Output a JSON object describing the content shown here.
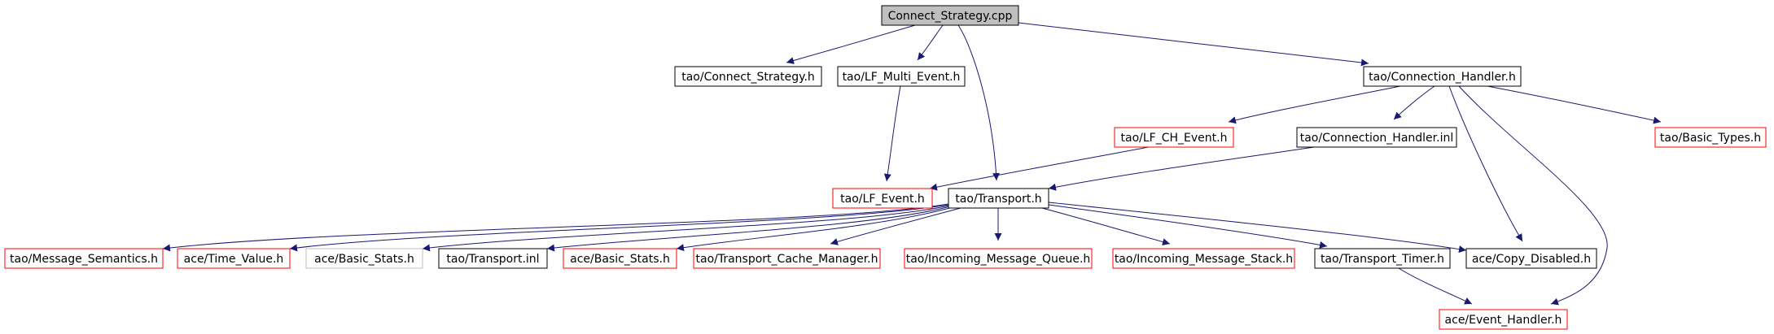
{
  "colors": {
    "edge": "#191970",
    "border_documented": "#000000",
    "border_undocumented": "#ff0000",
    "border_missing": "#bfbfbf",
    "root_fill": "#bfbfbf",
    "node_fill": "#ffffff"
  },
  "nodes": [
    {
      "id": "connect_strategy_cpp",
      "label": "Connect_Strategy.cpp",
      "kind": "root"
    },
    {
      "id": "tao_connect_strategy_h",
      "label": "tao/Connect_Strategy.h",
      "kind": "documented"
    },
    {
      "id": "tao_lf_multi_event_h",
      "label": "tao/LF_Multi_Event.h",
      "kind": "documented"
    },
    {
      "id": "tao_connection_handler_h",
      "label": "tao/Connection_Handler.h",
      "kind": "documented"
    },
    {
      "id": "tao_lf_ch_event_h",
      "label": "tao/LF_CH_Event.h",
      "kind": "undocumented"
    },
    {
      "id": "tao_connection_handler_inl",
      "label": "tao/Connection_Handler.inl",
      "kind": "documented"
    },
    {
      "id": "tao_basic_types_h",
      "label": "tao/Basic_Types.h",
      "kind": "undocumented"
    },
    {
      "id": "tao_lf_event_h",
      "label": "tao/LF_Event.h",
      "kind": "undocumented"
    },
    {
      "id": "tao_transport_h",
      "label": "tao/Transport.h",
      "kind": "documented"
    },
    {
      "id": "tao_message_semantics_h",
      "label": "tao/Message_Semantics.h",
      "kind": "undocumented"
    },
    {
      "id": "ace_time_value_h",
      "label": "ace/Time_Value.h",
      "kind": "undocumented"
    },
    {
      "id": "ace_basic_stats",
      "label": "ace/Basic_Stats.h",
      "kind": "missing"
    },
    {
      "id": "tao_transport_inl",
      "label": "tao/Transport.inl",
      "kind": "documented"
    },
    {
      "id": "ace_basic_stats_h",
      "label": "ace/Basic_Stats.h",
      "kind": "undocumented"
    },
    {
      "id": "tao_transport_cache_manager_h",
      "label": "tao/Transport_Cache_Manager.h",
      "kind": "undocumented"
    },
    {
      "id": "tao_incoming_message_queue_h",
      "label": "tao/Incoming_Message_Queue.h",
      "kind": "undocumented"
    },
    {
      "id": "tao_incoming_message_stack_h",
      "label": "tao/Incoming_Message_Stack.h",
      "kind": "undocumented"
    },
    {
      "id": "tao_transport_timer_h",
      "label": "tao/Transport_Timer.h",
      "kind": "documented"
    },
    {
      "id": "ace_copy_disabled_h",
      "label": "ace/Copy_Disabled.h",
      "kind": "documented"
    },
    {
      "id": "ace_event_handler_h",
      "label": "ace/Event_Handler.h",
      "kind": "undocumented"
    }
  ],
  "edges": [
    {
      "from": "connect_strategy_cpp",
      "to": "tao_connect_strategy_h"
    },
    {
      "from": "connect_strategy_cpp",
      "to": "tao_lf_multi_event_h"
    },
    {
      "from": "connect_strategy_cpp",
      "to": "tao_transport_h"
    },
    {
      "from": "connect_strategy_cpp",
      "to": "tao_connection_handler_h"
    },
    {
      "from": "tao_lf_multi_event_h",
      "to": "tao_lf_event_h"
    },
    {
      "from": "tao_connection_handler_h",
      "to": "tao_lf_ch_event_h"
    },
    {
      "from": "tao_connection_handler_h",
      "to": "tao_connection_handler_inl"
    },
    {
      "from": "tao_connection_handler_h",
      "to": "tao_basic_types_h"
    },
    {
      "from": "tao_connection_handler_h",
      "to": "ace_copy_disabled_h"
    },
    {
      "from": "tao_connection_handler_h",
      "to": "ace_event_handler_h"
    },
    {
      "from": "tao_lf_ch_event_h",
      "to": "tao_lf_event_h"
    },
    {
      "from": "tao_connection_handler_inl",
      "to": "tao_transport_h"
    },
    {
      "from": "tao_transport_h",
      "to": "tao_message_semantics_h"
    },
    {
      "from": "tao_transport_h",
      "to": "ace_time_value_h"
    },
    {
      "from": "tao_transport_h",
      "to": "ace_basic_stats"
    },
    {
      "from": "tao_transport_h",
      "to": "tao_transport_inl"
    },
    {
      "from": "tao_transport_h",
      "to": "ace_basic_stats_h"
    },
    {
      "from": "tao_transport_h",
      "to": "tao_transport_cache_manager_h"
    },
    {
      "from": "tao_transport_h",
      "to": "tao_incoming_message_queue_h"
    },
    {
      "from": "tao_transport_h",
      "to": "tao_incoming_message_stack_h"
    },
    {
      "from": "tao_transport_h",
      "to": "tao_transport_timer_h"
    },
    {
      "from": "tao_transport_h",
      "to": "ace_copy_disabled_h"
    },
    {
      "from": "tao_transport_timer_h",
      "to": "ace_event_handler_h"
    }
  ]
}
